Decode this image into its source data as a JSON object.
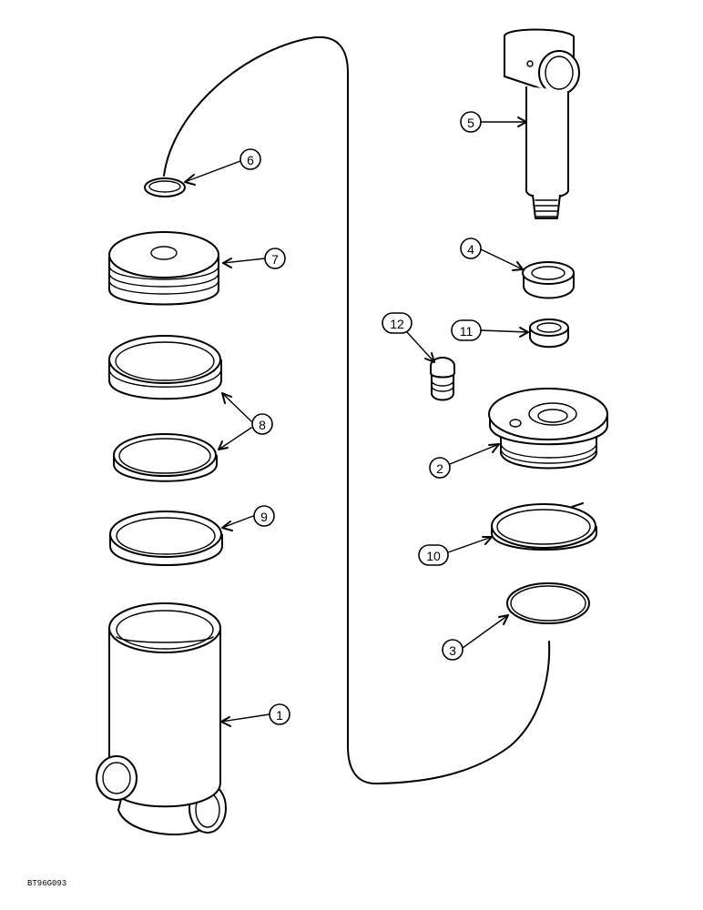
{
  "callouts": [
    {
      "id": "1",
      "label": "1"
    },
    {
      "id": "2",
      "label": "2"
    },
    {
      "id": "3",
      "label": "3"
    },
    {
      "id": "4",
      "label": "4"
    },
    {
      "id": "5",
      "label": "5"
    },
    {
      "id": "6",
      "label": "6"
    },
    {
      "id": "7",
      "label": "7"
    },
    {
      "id": "8",
      "label": "8"
    },
    {
      "id": "9",
      "label": "9"
    },
    {
      "id": "10",
      "label": "10"
    },
    {
      "id": "11",
      "label": "11"
    },
    {
      "id": "12",
      "label": "12"
    }
  ],
  "reference_code": "BT96G093"
}
